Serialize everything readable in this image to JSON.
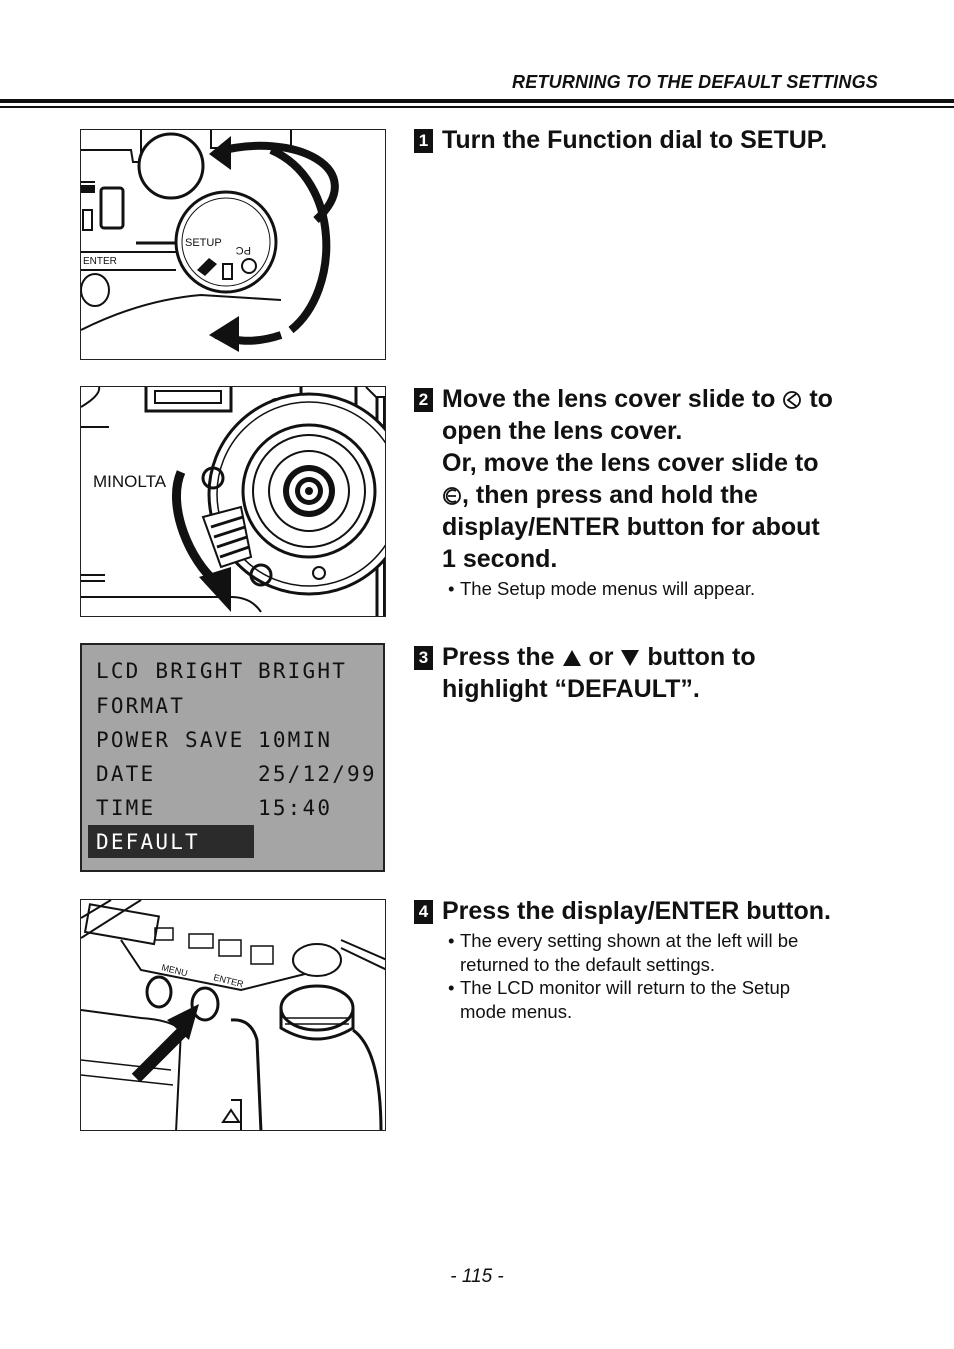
{
  "header": {
    "title": "RETURNING TO THE DEFAULT SETTINGS"
  },
  "steps": [
    {
      "number": "1",
      "lines": [
        "Turn the Function dial to SETUP."
      ],
      "bullets": []
    },
    {
      "number": "2",
      "line1_a": "Move the lens cover slide to",
      "line1_b": "to",
      "line2": "open the lens cover.",
      "line3": "Or, move the lens cover slide to",
      "line4_b": ", then press and hold the",
      "line5": "display/ENTER button for about",
      "line6": "1 second.",
      "bullets": [
        "The Setup mode menus will appear."
      ]
    },
    {
      "number": "3",
      "line1_a": "Press the",
      "line1_b": "or",
      "line1_c": "button to",
      "line2": "highlight “DEFAULT”.",
      "bullets": []
    },
    {
      "number": "4",
      "lines": [
        "Press the display/ENTER button."
      ],
      "bullets": [
        [
          "The every setting shown at the left will be",
          "returned to the default settings."
        ],
        [
          "The LCD monitor will return to the Setup",
          "mode menus."
        ]
      ]
    }
  ],
  "illustrations": {
    "dial": {
      "setup_label": "SETUP",
      "pc_label": "PC",
      "enter_label": "ENTER"
    },
    "lens": {
      "brand": "MINOLTA"
    },
    "buttons": {
      "menu_label": "MENU",
      "enter_label": "ENTER"
    }
  },
  "lcd_menu": [
    {
      "label": "LCD BRIGHT",
      "value": "BRIGHT"
    },
    {
      "label": "FORMAT",
      "value": ""
    },
    {
      "label": "POWER SAVE",
      "value": "10MIN"
    },
    {
      "label": "DATE",
      "value": "25/12/99"
    },
    {
      "label": "TIME",
      "value": "15:40"
    },
    {
      "label": "DEFAULT",
      "value": "",
      "selected": true
    }
  ],
  "footer": {
    "page_number": "- 115 -"
  },
  "icons": {
    "open_cover": "lens-open-icon",
    "playback_cover": "lens-closed-icon",
    "up": "triangle-up-icon",
    "down": "triangle-down-icon"
  }
}
